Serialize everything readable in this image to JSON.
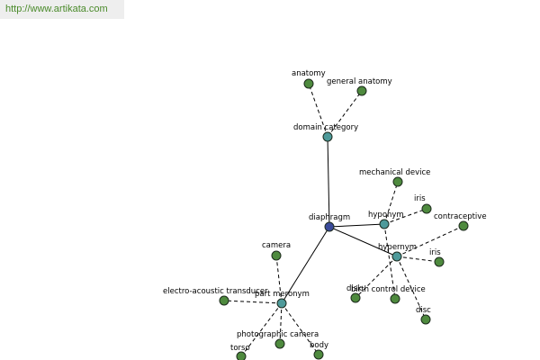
{
  "banner": {
    "url": "http://www.artikata.com"
  },
  "colors": {
    "center": "#3a4a9a",
    "relation": "#4e9a9a",
    "leaf": "#4e8a3e",
    "banner_bg": "#eeeeee",
    "banner_text": "#4a8a2a"
  },
  "graph": {
    "nodes": [
      {
        "id": "diaphragm",
        "label": "diaphragm",
        "kind": "center"
      },
      {
        "id": "domain-category",
        "label": "domain category",
        "kind": "relation"
      },
      {
        "id": "hyponym",
        "label": "hyponym",
        "kind": "relation"
      },
      {
        "id": "hypernym",
        "label": "hypernym",
        "kind": "relation"
      },
      {
        "id": "part-meronym",
        "label": "part meronym",
        "kind": "relation"
      },
      {
        "id": "anatomy",
        "label": "anatomy",
        "kind": "leaf"
      },
      {
        "id": "general-anatomy",
        "label": "general anatomy",
        "kind": "leaf"
      },
      {
        "id": "mechanical-device",
        "label": "mechanical device",
        "kind": "leaf"
      },
      {
        "id": "iris-1",
        "label": "iris",
        "kind": "leaf"
      },
      {
        "id": "contraceptive",
        "label": "contraceptive",
        "kind": "leaf"
      },
      {
        "id": "iris-2",
        "label": "iris",
        "kind": "leaf"
      },
      {
        "id": "disk",
        "label": "disk",
        "kind": "leaf"
      },
      {
        "id": "birth-control-device",
        "label": "birth control device",
        "kind": "leaf"
      },
      {
        "id": "disc",
        "label": "disc",
        "kind": "leaf"
      },
      {
        "id": "camera",
        "label": "camera",
        "kind": "leaf"
      },
      {
        "id": "electro-acoustic-transducer",
        "label": "electro-acoustic transducer",
        "kind": "leaf"
      },
      {
        "id": "photographic-camera",
        "label": "photographic camera",
        "kind": "leaf"
      },
      {
        "id": "torso",
        "label": "torso",
        "kind": "leaf"
      },
      {
        "id": "body",
        "label": "body",
        "kind": "leaf"
      }
    ],
    "edges": [
      {
        "from": "diaphragm",
        "to": "domain-category",
        "style": "solid"
      },
      {
        "from": "diaphragm",
        "to": "hyponym",
        "style": "solid"
      },
      {
        "from": "diaphragm",
        "to": "hypernym",
        "style": "solid"
      },
      {
        "from": "diaphragm",
        "to": "part-meronym",
        "style": "solid"
      },
      {
        "from": "domain-category",
        "to": "anatomy",
        "style": "dashed"
      },
      {
        "from": "domain-category",
        "to": "general-anatomy",
        "style": "dashed"
      },
      {
        "from": "hyponym",
        "to": "mechanical-device",
        "style": "dashed"
      },
      {
        "from": "hyponym",
        "to": "iris-1",
        "style": "dashed"
      },
      {
        "from": "hyponym",
        "to": "birth-control-device",
        "style": "dashed"
      },
      {
        "from": "hypernym",
        "to": "contraceptive",
        "style": "dashed"
      },
      {
        "from": "hypernym",
        "to": "iris-2",
        "style": "dashed"
      },
      {
        "from": "hypernym",
        "to": "disk",
        "style": "dashed"
      },
      {
        "from": "hypernym",
        "to": "disc",
        "style": "dashed"
      },
      {
        "from": "part-meronym",
        "to": "camera",
        "style": "dashed"
      },
      {
        "from": "part-meronym",
        "to": "electro-acoustic-transducer",
        "style": "dashed"
      },
      {
        "from": "part-meronym",
        "to": "photographic-camera",
        "style": "dashed"
      },
      {
        "from": "part-meronym",
        "to": "torso",
        "style": "dashed"
      },
      {
        "from": "part-meronym",
        "to": "body",
        "style": "dashed"
      }
    ]
  }
}
